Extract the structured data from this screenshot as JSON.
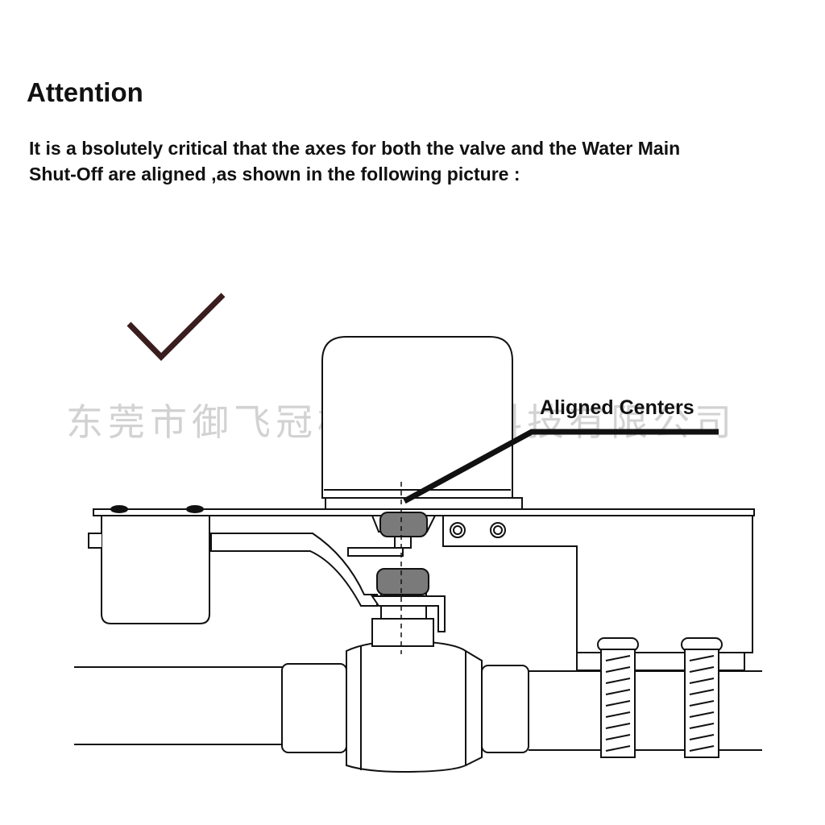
{
  "heading": "Attention",
  "instruction": {
    "line1": "It is a bsolutely critical that the axes for both the valve and the Water Main",
    "line2": "Shut-Off are aligned ,as shown in the following picture :"
  },
  "callout": "Aligned Centers",
  "watermark": "东莞市御飞冠榕物联网科技有限公司",
  "colors": {
    "checkmark": "#3a1e1e",
    "line": "#111111",
    "coupling": "#7a7a7a"
  }
}
